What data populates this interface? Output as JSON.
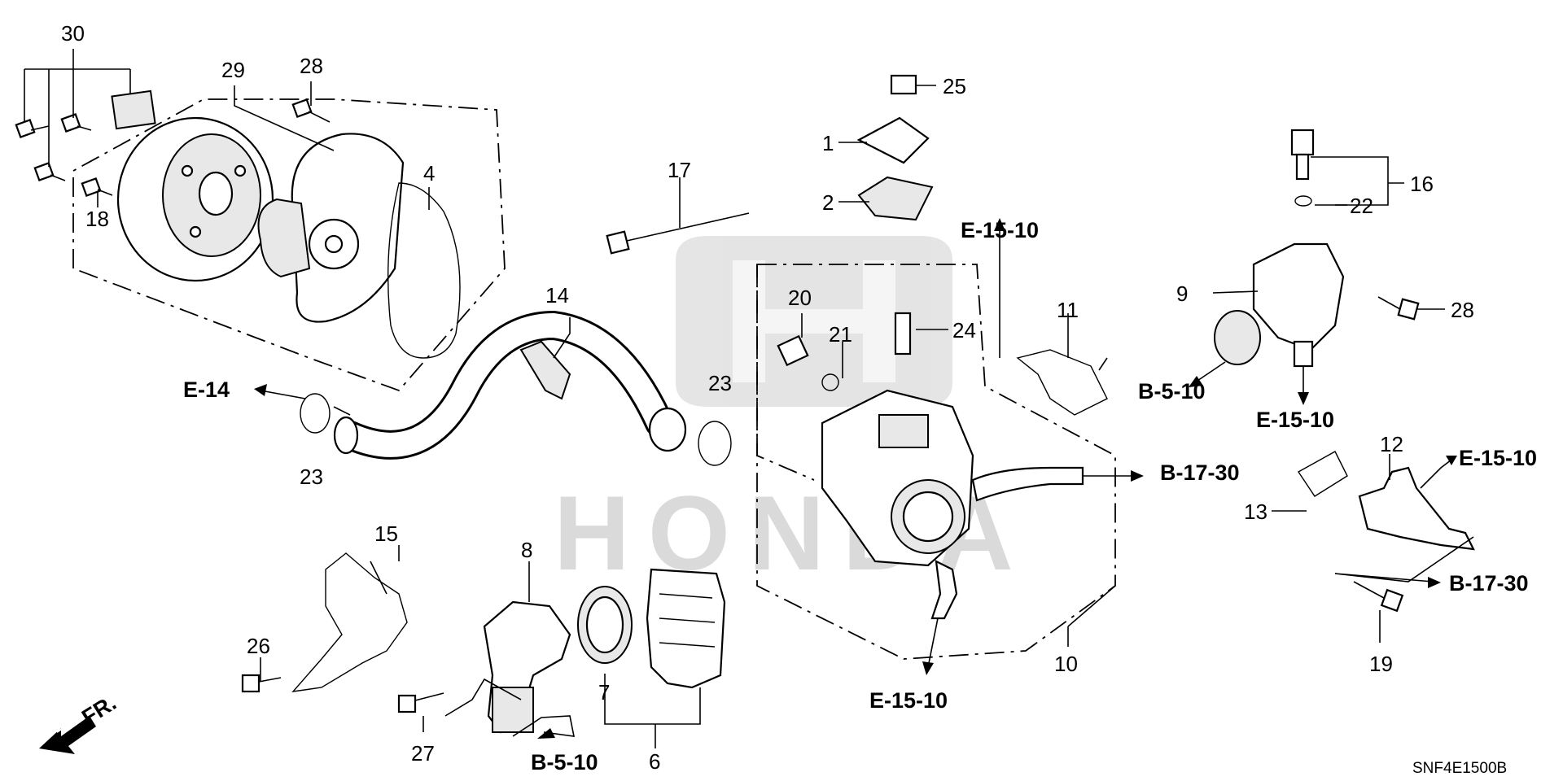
{
  "watermark": {
    "text": "HONDA"
  },
  "part_numbers": {
    "p1": "1",
    "p2": "2",
    "p4": "4",
    "p6": "6",
    "p7": "7",
    "p8": "8",
    "p9": "9",
    "p10": "10",
    "p11": "11",
    "p12": "12",
    "p13": "13",
    "p14": "14",
    "p15": "15",
    "p16": "16",
    "p17": "17",
    "p18": "18",
    "p19": "19",
    "p20": "20",
    "p21": "21",
    "p22": "22",
    "p23a": "23",
    "p23b": "23",
    "p24": "24",
    "p25": "25",
    "p26": "26",
    "p27": "27",
    "p28a": "28",
    "p28b": "28",
    "p29": "29",
    "p30": "30"
  },
  "references": {
    "e14": "E-14",
    "e1510_top": "E-15-10",
    "e1510_right": "E-15-10",
    "e1510_far_right": "E-15-10",
    "e1510_bottom": "E-15-10",
    "b510_right": "B-5-10",
    "b510_bottom": "B-5-10",
    "b1730_upper": "B-17-30",
    "b1730_lower": "B-17-30"
  },
  "front_indicator": "FR.",
  "diagram_code": "SNF4E1500B"
}
